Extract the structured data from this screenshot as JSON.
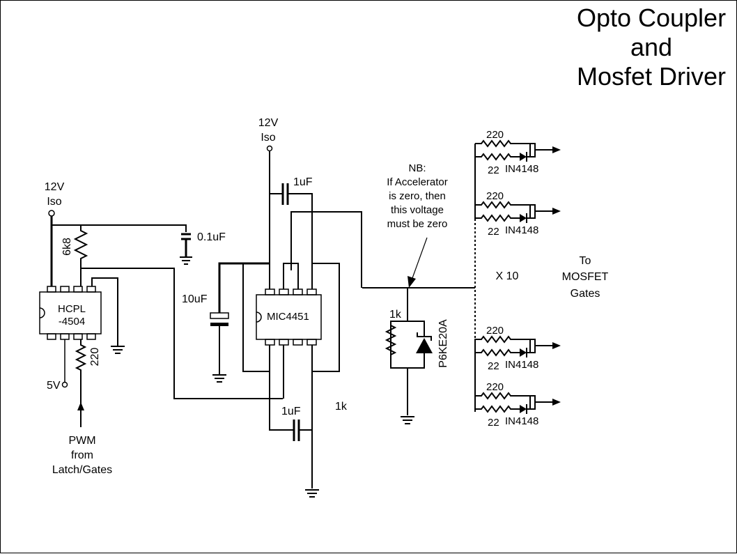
{
  "title": {
    "lines": [
      "Opto Coupler",
      "and",
      "Mosfet Driver"
    ]
  },
  "power": {
    "left_supply": [
      "12V",
      "Iso"
    ],
    "center_supply": [
      "12V",
      "Iso"
    ],
    "logic_supply": "5V"
  },
  "components": {
    "optocoupler": {
      "name_line1": "HCPL",
      "name_line2": "-4504"
    },
    "driver": {
      "name": "MIC4451"
    },
    "r_pullup": "6k8",
    "r_input": "220",
    "c_decouple_small": "0.1uF",
    "c_bulk": "10uF",
    "c_driver_top": "1uF",
    "c_driver_bottom": "1uF",
    "r_floating_label": "1k",
    "r_pulldown": "1k",
    "tvs": "P6KE20A"
  },
  "input": {
    "lines": [
      "PWM",
      "from",
      "Latch/Gates"
    ]
  },
  "note": {
    "lines": [
      "NB:",
      "If Accelerator",
      "is zero, then",
      "this voltage",
      "must be zero"
    ]
  },
  "gate_branches": [
    {
      "r_high": "220",
      "r_low": "22",
      "diode": "IN4148"
    },
    {
      "r_high": "220",
      "r_low": "22",
      "diode": "IN4148"
    },
    {
      "r_high": "220",
      "r_low": "22",
      "diode": "IN4148"
    },
    {
      "r_high": "220",
      "r_low": "22",
      "diode": "IN4148"
    }
  ],
  "multiplier": "X 10",
  "output": {
    "lines": [
      "To",
      "MOSFET",
      "Gates"
    ]
  }
}
